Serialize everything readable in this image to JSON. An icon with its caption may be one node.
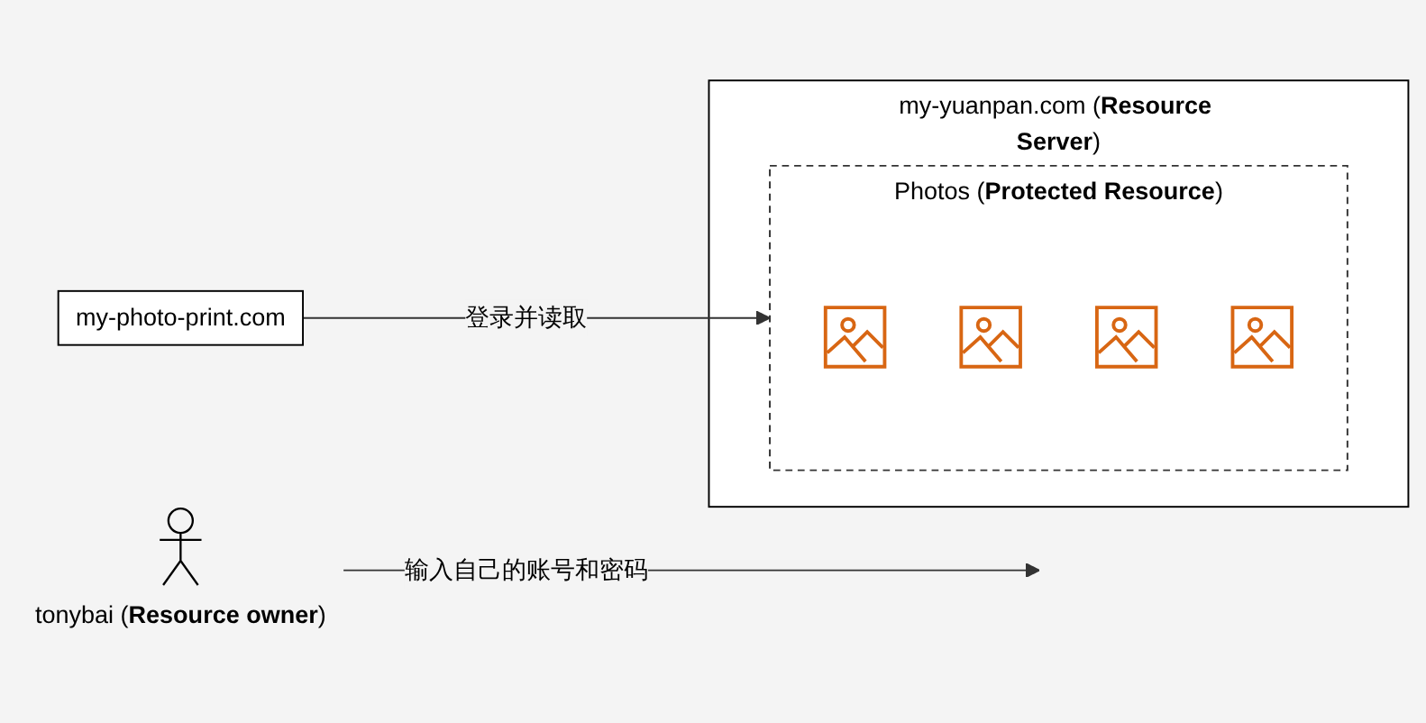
{
  "diagram": {
    "nodes": [
      {
        "text": [
          "my-photo-print.com"
        ]
      },
      {
        "text": [
          "my-yuanpan.com (**Resource Server**)"
        ]
      },
      {
        "text": [
          "Photos (**Protected Resource**)"
        ],
        "in": 1
      },
      {
        "text": [],
        "shape": "picture",
        "in": 2
      },
      {
        "text": [],
        "shape": "picture",
        "in": 2
      },
      {
        "text": [],
        "shape": "picture",
        "in": 2
      },
      {
        "text": [],
        "shape": "picture",
        "in": 2
      },
      {
        "text": [
          "tonybai (**Resource owner**)"
        ]
      }
    ],
    "edges": [
      {
        "from": 0,
        "to": 2,
        "arrow": "to",
        "label": "登录并读取"
      },
      {
        "from": 7,
        "to": null,
        "arrow": "to",
        "label": "输入自己的账号和密码"
      }
    ]
  }
}
